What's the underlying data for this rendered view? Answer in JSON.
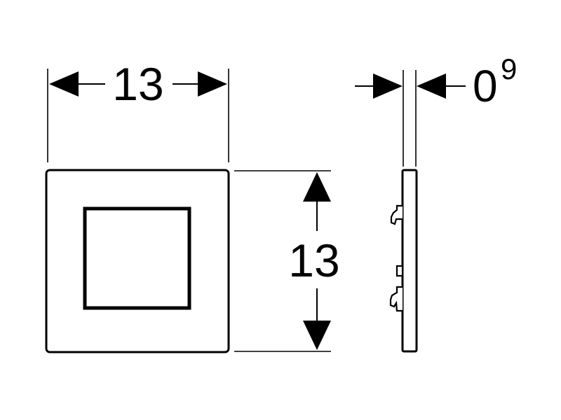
{
  "dimensions": {
    "front_width": "13",
    "front_height": "13",
    "side_thickness_main": "0",
    "side_thickness_sup": "9"
  },
  "colors": {
    "ink": "#000000",
    "background": "#ffffff"
  }
}
